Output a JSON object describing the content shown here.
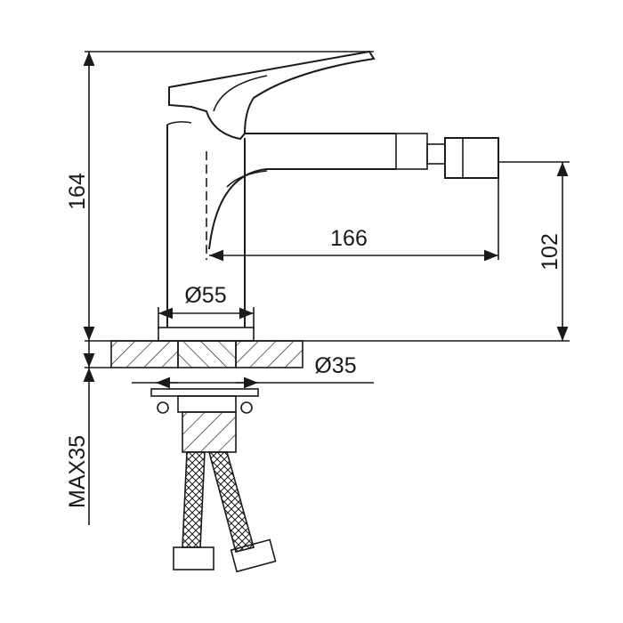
{
  "drawing": {
    "title": "Bidet mixer dimension drawing",
    "dimensions": {
      "total_height": "164",
      "spout_reach": "166",
      "spout_height": "102",
      "base_diameter": "Ø55",
      "hole_diameter": "Ø35",
      "max_counter_thickness": "MAX35"
    },
    "colors": {
      "line": "#1a1a1a",
      "background": "#ffffff"
    }
  }
}
